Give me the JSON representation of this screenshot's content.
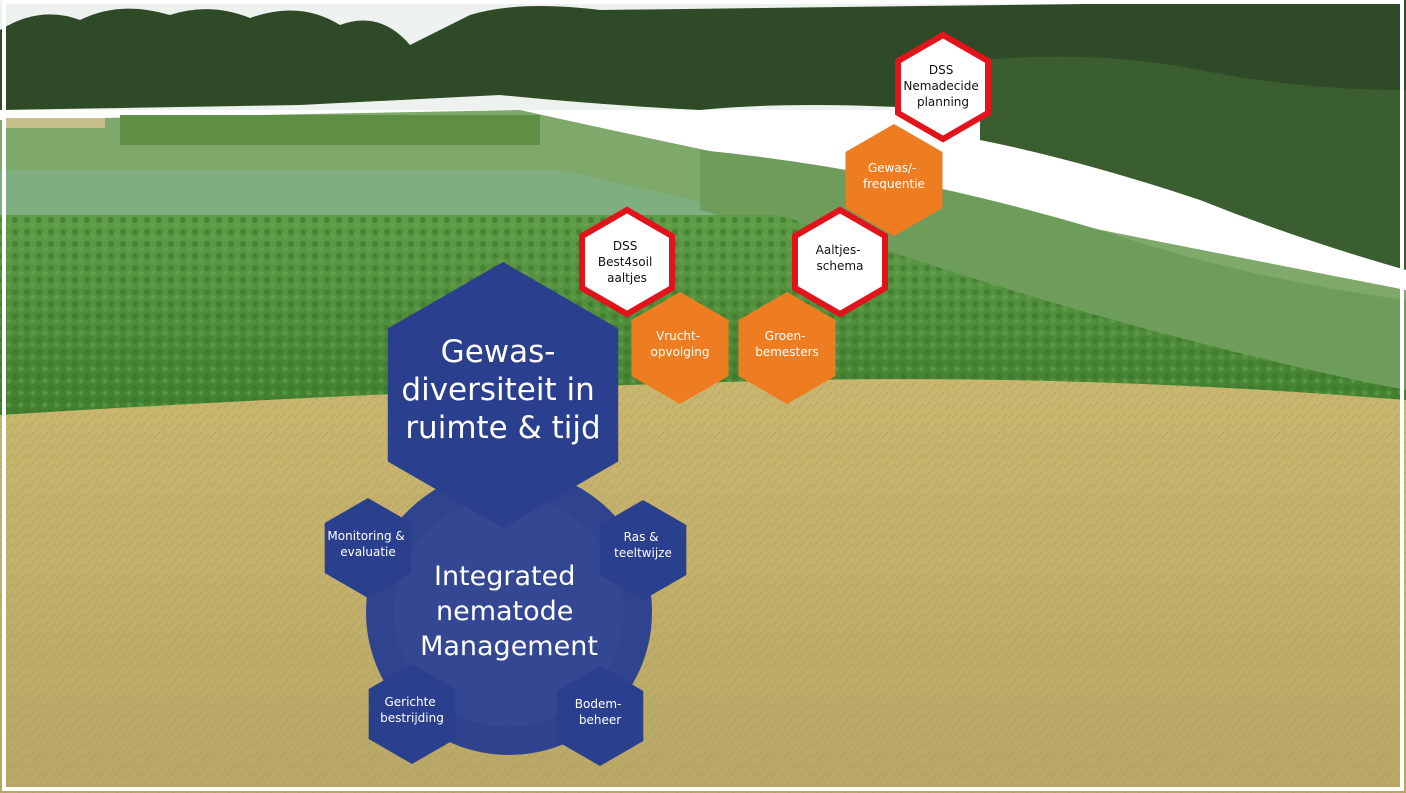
{
  "colors": {
    "hex_blue": "#2B3F8F",
    "hex_orange": "#EE7D22",
    "hex_red_border": "#E3131B",
    "hex_white": "#FFFFFF",
    "sky": "#EEF2F0",
    "trees": "#2F4A27",
    "crop_green": "#4E8E3A",
    "wheat": "#CDBB75"
  },
  "background": {
    "description_icon": "field-photo"
  },
  "center": {
    "title_lines": [
      "Integrated",
      "nematode",
      "Management"
    ]
  },
  "main_hex": {
    "lines": [
      "Gewas-",
      "diversiteit in",
      "ruimte & tijd"
    ]
  },
  "ring_hexes": {
    "monitoring": [
      "Monitoring &",
      "evaluatie"
    ],
    "ras": [
      "Ras &",
      "teeltwijze"
    ],
    "gerichte": [
      "Gerichte",
      "bestrijding"
    ],
    "bodem": [
      "Bodem-",
      "beheer"
    ]
  },
  "orange_hexes": {
    "vrucht": [
      "Vrucht-",
      "opvolging"
    ],
    "groen": [
      "Groen-",
      "bemesters"
    ],
    "gewas_freq": [
      "Gewas/-",
      "frequentie"
    ]
  },
  "white_hexes": {
    "dss_best4soil": [
      "DSS",
      "Best4soil",
      "aaltjes"
    ],
    "aaltjes_schema": [
      "Aaltjes-",
      "schema"
    ],
    "dss_nemadecide": [
      "DSS",
      "Nemadecide",
      "planning"
    ]
  }
}
